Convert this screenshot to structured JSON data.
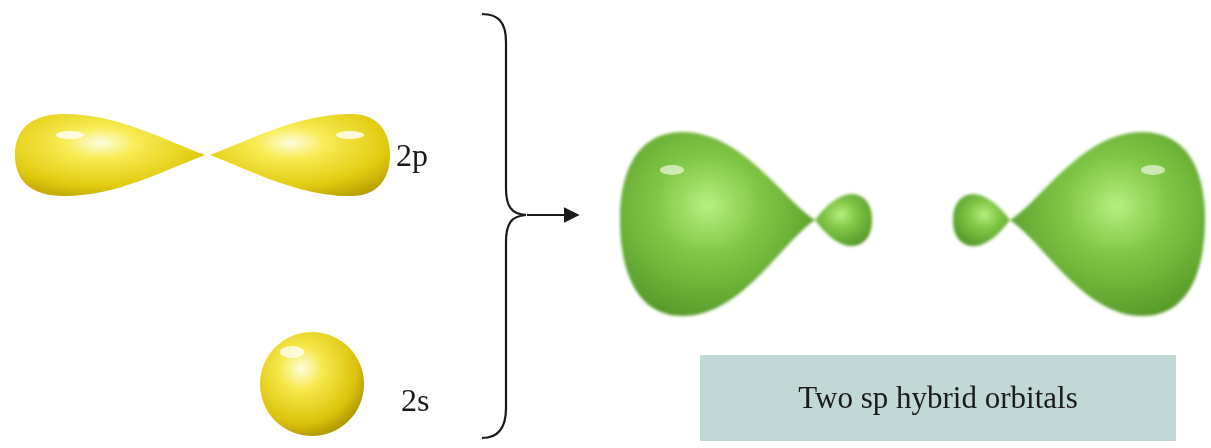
{
  "diagram": {
    "nodes": [
      {
        "text": [
          "Two sp hybrid orbitals"
        ]
      }
    ],
    "labels": [
      "2p",
      "2s"
    ]
  }
}
